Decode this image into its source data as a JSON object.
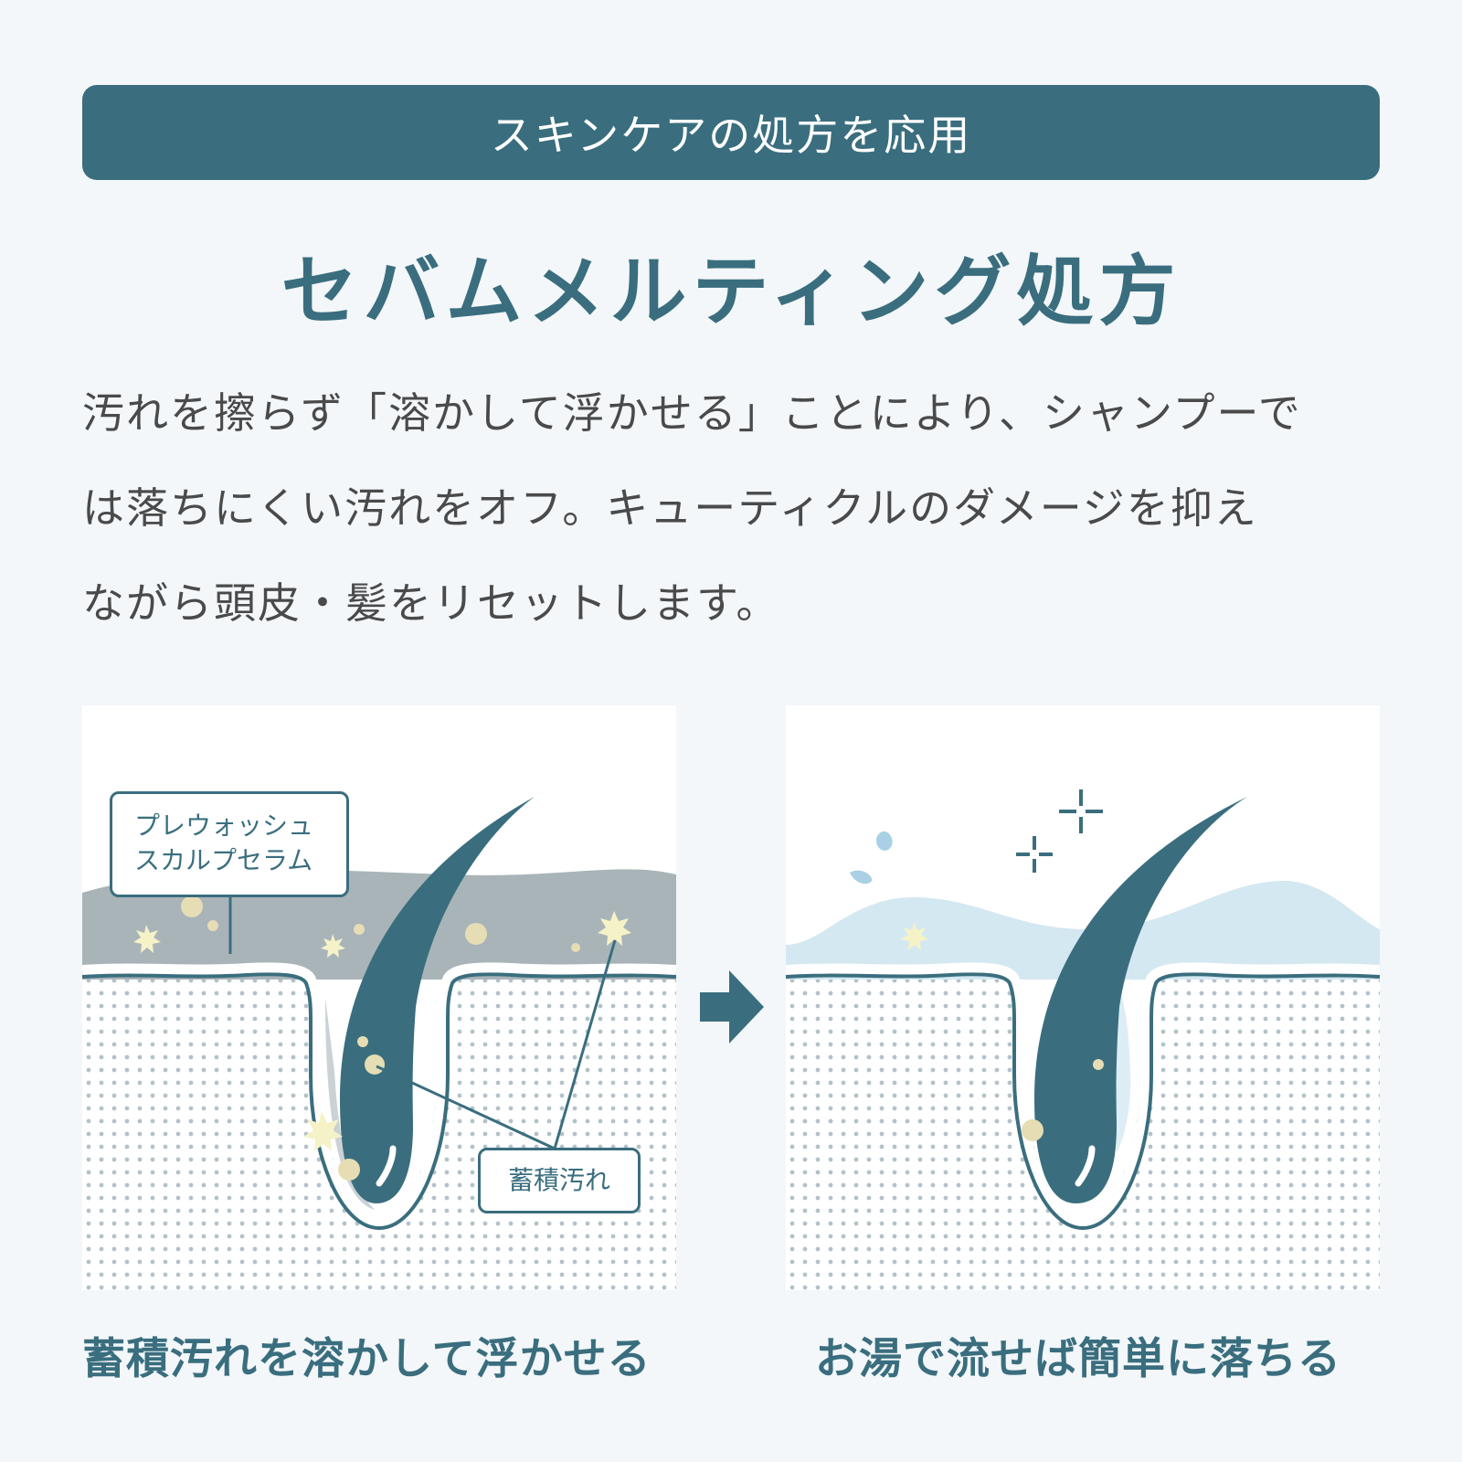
{
  "banner": {
    "label": "スキンケアの処方を応用"
  },
  "title": "セバムメルティング処方",
  "description": {
    "lines": [
      "汚れを擦らず「溶かして浮かせる」ことにより、シャンプーで",
      "は落ちにくい汚れをオフ。キューティクルのダメージを抑え",
      "ながら頭皮・髪をリセットします。"
    ]
  },
  "left_panel": {
    "callout_product": [
      "プレウォッシュ",
      "スカルプセラム"
    ],
    "callout_dirt": "蓄積汚れ",
    "caption": "蓄積汚れを溶かして浮かせる"
  },
  "right_panel": {
    "caption": "お湯で流せば簡単に落ちる"
  },
  "colors": {
    "accent": "#3a6e7e",
    "serum": "#a9b4b9",
    "water": "#d4e8f2",
    "dirt": "#e6ddb5",
    "background": "#f3f7fa"
  }
}
